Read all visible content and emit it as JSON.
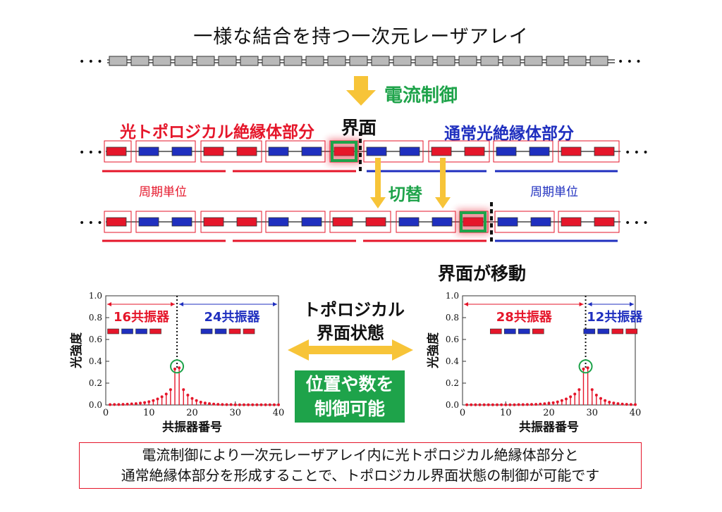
{
  "title": "一様な結合を持つ一次元レーザアレイ",
  "labels": {
    "current_control": "電流制御",
    "topo_part": "光トポロジカル絶縁体部分",
    "interface": "界面",
    "normal_part": "通常光絶縁体部分",
    "period_left": "周期単位",
    "period_right": "周期単位",
    "switch": "切替",
    "interface_moves": "界面が移動",
    "topo_state_1": "トポロジカル",
    "topo_state_2": "界面状態",
    "control_box_1": "位置や数を",
    "control_box_2": "制御可能",
    "ellipsis": "• • •"
  },
  "caption": {
    "line1": "電流制御により一次元レーザアレイ内に光トポロジカル絶縁体部分と",
    "line2": "通常絶縁体部分を形成することで、トポロジカル界面状態の制御が可能です"
  },
  "colors": {
    "red": "#e5162a",
    "blue": "#1f2fbf",
    "green": "#1ea34a",
    "gray": "#b9b9b9",
    "arrow": "#f7c438"
  },
  "chart_data": [
    {
      "type": "bar",
      "xlabel": "共振器番号",
      "ylabel": "光強度",
      "xlim": [
        0,
        40
      ],
      "ylim": [
        0,
        1.0
      ],
      "xticks": [
        0,
        10,
        20,
        30,
        40
      ],
      "yticks": [
        0.0,
        0.2,
        0.4,
        0.6,
        0.8,
        1.0
      ],
      "left_label": "16共振器",
      "right_label": "24共振器",
      "interface_x": 16.5,
      "x": [
        1,
        2,
        3,
        4,
        5,
        6,
        7,
        8,
        9,
        10,
        11,
        12,
        13,
        14,
        15,
        16,
        17,
        18,
        19,
        20,
        21,
        22,
        23,
        24,
        25,
        26,
        27,
        28,
        29,
        30,
        31,
        32,
        33,
        34,
        35,
        36,
        37,
        38,
        39,
        40
      ],
      "values": [
        0.003,
        0.004,
        0.004,
        0.006,
        0.007,
        0.01,
        0.012,
        0.017,
        0.022,
        0.03,
        0.04,
        0.055,
        0.075,
        0.1,
        0.14,
        0.33,
        0.34,
        0.14,
        0.09,
        0.06,
        0.04,
        0.026,
        0.018,
        0.012,
        0.008,
        0.006,
        0.004,
        0.003,
        0.003,
        0.002,
        0.002,
        0.002,
        0.002,
        0.002,
        0.002,
        0.002,
        0.002,
        0.002,
        0.002,
        0.002
      ]
    },
    {
      "type": "bar",
      "xlabel": "共振器番号",
      "ylabel": "光強度",
      "xlim": [
        0,
        40
      ],
      "ylim": [
        0,
        1.0
      ],
      "xticks": [
        0,
        10,
        20,
        30,
        40
      ],
      "yticks": [
        0.0,
        0.2,
        0.4,
        0.6,
        0.8,
        1.0
      ],
      "left_label": "28共振器",
      "right_label": "12共振器",
      "interface_x": 28.5,
      "x": [
        1,
        2,
        3,
        4,
        5,
        6,
        7,
        8,
        9,
        10,
        11,
        12,
        13,
        14,
        15,
        16,
        17,
        18,
        19,
        20,
        21,
        22,
        23,
        24,
        25,
        26,
        27,
        28,
        29,
        30,
        31,
        32,
        33,
        34,
        35,
        36,
        37,
        38,
        39,
        40
      ],
      "values": [
        0.002,
        0.002,
        0.002,
        0.002,
        0.002,
        0.002,
        0.002,
        0.002,
        0.002,
        0.002,
        0.002,
        0.002,
        0.003,
        0.003,
        0.004,
        0.005,
        0.006,
        0.008,
        0.011,
        0.015,
        0.02,
        0.028,
        0.04,
        0.055,
        0.075,
        0.1,
        0.14,
        0.33,
        0.34,
        0.14,
        0.09,
        0.06,
        0.04,
        0.026,
        0.018,
        0.012,
        0.008,
        0.006,
        0.004,
        0.003
      ]
    }
  ]
}
